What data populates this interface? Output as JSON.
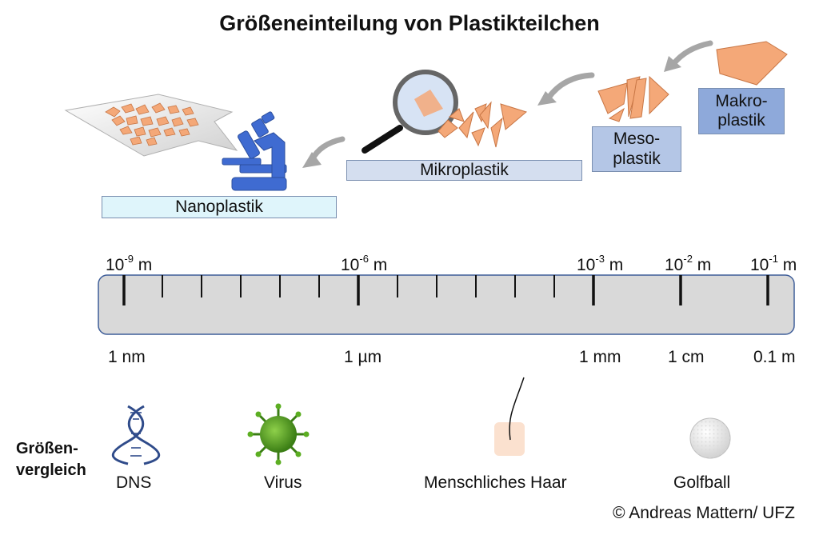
{
  "title": "Größeneinteilung von Plastikteilchen",
  "categories": {
    "nano": "Nanoplastik",
    "mikro": "Mikroplastik",
    "meso": "Meso-\nplastik",
    "makro": "Makro-\nplastik"
  },
  "scale": {
    "exponents": [
      {
        "base": "10",
        "exp": "-9",
        "unit": " m"
      },
      {
        "base": "10",
        "exp": "-6",
        "unit": " m"
      },
      {
        "base": "10",
        "exp": "-3",
        "unit": " m"
      },
      {
        "base": "10",
        "exp": "-2",
        "unit": " m"
      },
      {
        "base": "10",
        "exp": "-1",
        "unit": " m"
      }
    ],
    "units": [
      "1 nm",
      "1 µm",
      "1 mm",
      "1 cm",
      "0.1 m"
    ]
  },
  "comparison": {
    "heading": "Größen-\nvergleich",
    "items": [
      "DNS",
      "Virus",
      "Menschliches Haar",
      "Golfball"
    ]
  },
  "credit": "© Andreas Mattern/ UFZ",
  "colors": {
    "plastic": "#f4a878",
    "plastic_stroke": "#c87645",
    "arrow": "#a6a6a6",
    "microscope": "#3f6bd1",
    "ruler": "#d9d9d9",
    "ruler_stroke": "#3f5e99",
    "virus": "#4d9a1c"
  },
  "icons": [
    "magnifier-icon",
    "microscope-icon",
    "dna-icon",
    "virus-icon",
    "hair-icon",
    "golfball-icon",
    "arrow-icon"
  ]
}
